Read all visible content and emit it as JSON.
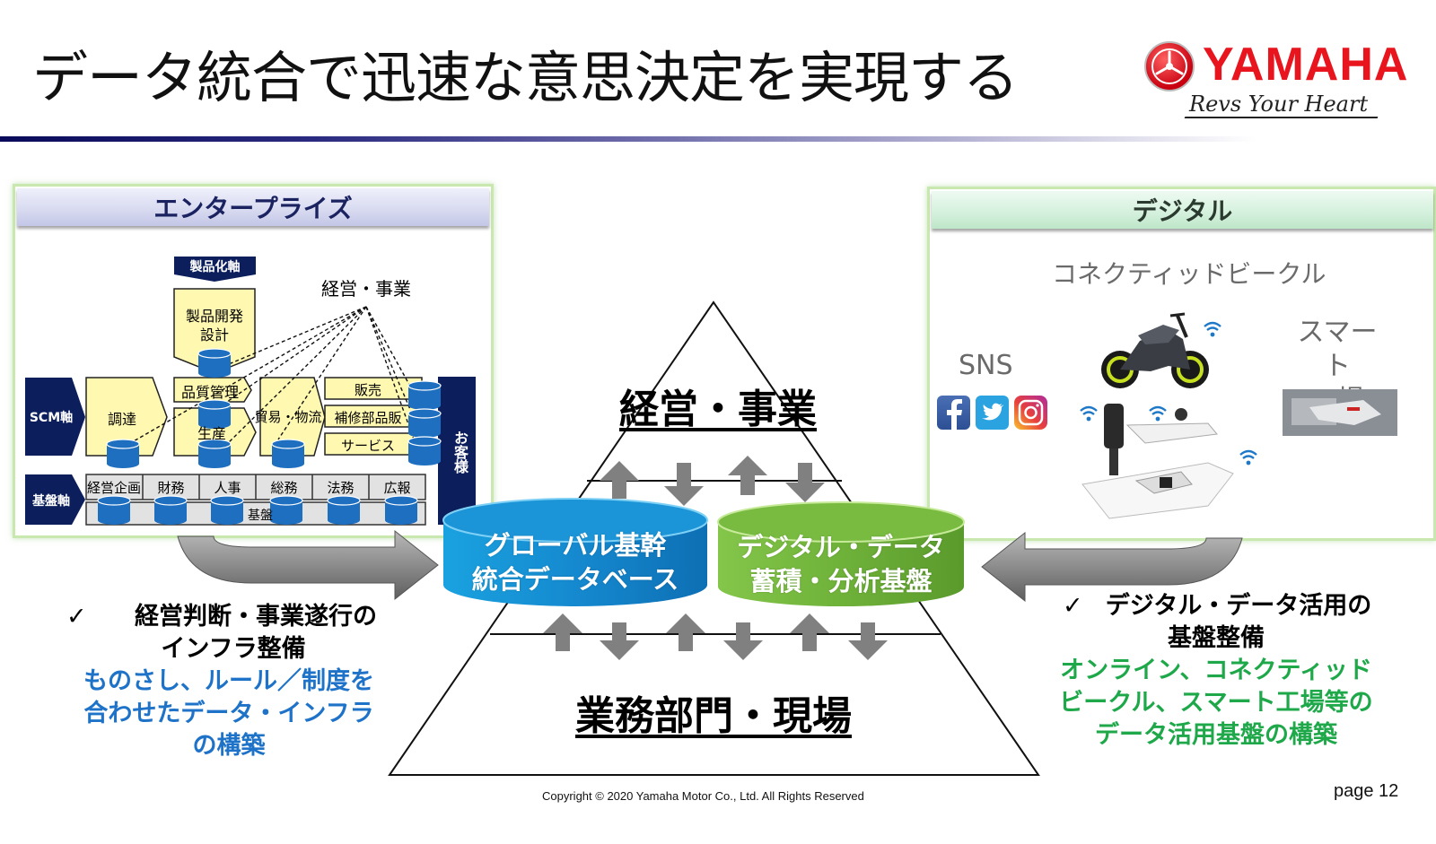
{
  "slide": {
    "title": "データ統合で迅速な意思決定を実現する",
    "brand": {
      "name": "YAMAHA",
      "tagline": "Revs Your Heart",
      "color": "#e8141e"
    }
  },
  "enterprise_panel": {
    "header": "エンタープライズ",
    "product_axis_label": "製品化軸",
    "product_dev_label": "製品開発\n設計",
    "management_label": "経営・事業",
    "scm_axis_label": "SCM軸",
    "foundation_axis_label": "基盤軸",
    "customer_label": "お客様",
    "scm_blocks": [
      "調達",
      "品質管理",
      "生産",
      "貿易・物流"
    ],
    "sales_blocks": [
      "販売",
      "補修部品販",
      "サービス"
    ],
    "foundation_blocks": [
      "経営企画",
      "財務",
      "人事",
      "総務",
      "法務",
      "広報"
    ],
    "foundation_base_label": "基盤"
  },
  "digital_panel": {
    "header": "デジタル",
    "connected_vehicle_label": "コネクティッドビークル",
    "sns_label": "SNS",
    "sns_icons": [
      "facebook-icon",
      "twitter-icon",
      "instagram-icon"
    ],
    "smart_factory_label": "スマート\n工場"
  },
  "pyramid": {
    "top_label": "経営・事業",
    "bottom_label": "業務部門・現場"
  },
  "databases": {
    "global": {
      "line1": "グローバル基幹",
      "line2": "統合データベース",
      "color": "#1a8ad0"
    },
    "digital": {
      "line1": "デジタル・データ",
      "line2": "蓄積・分析基盤",
      "color": "#72b63c"
    }
  },
  "left_bullet": {
    "check": "✓",
    "heading_line1": "経営判断・事業遂行の",
    "heading_line2": "インフラ整備",
    "detail_line1": "ものさし、ルール／制度を",
    "detail_line2": "合わせたデータ・インフラ",
    "detail_line3": "の構築",
    "detail_color": "#1e73c8"
  },
  "right_bullet": {
    "check": "✓",
    "heading_line1": "デジタル・データ活用の",
    "heading_line2": "基盤整備",
    "detail_line1": "オンライン、コネクティッド",
    "detail_line2": "ビークル、スマート工場等の",
    "detail_line3": "データ活用基盤の構築",
    "detail_color": "#1ea84a"
  },
  "footer": {
    "copyright": "Copyright © 2020 Yamaha Motor Co., Ltd. All Rights Reserved",
    "page": "page 12"
  }
}
